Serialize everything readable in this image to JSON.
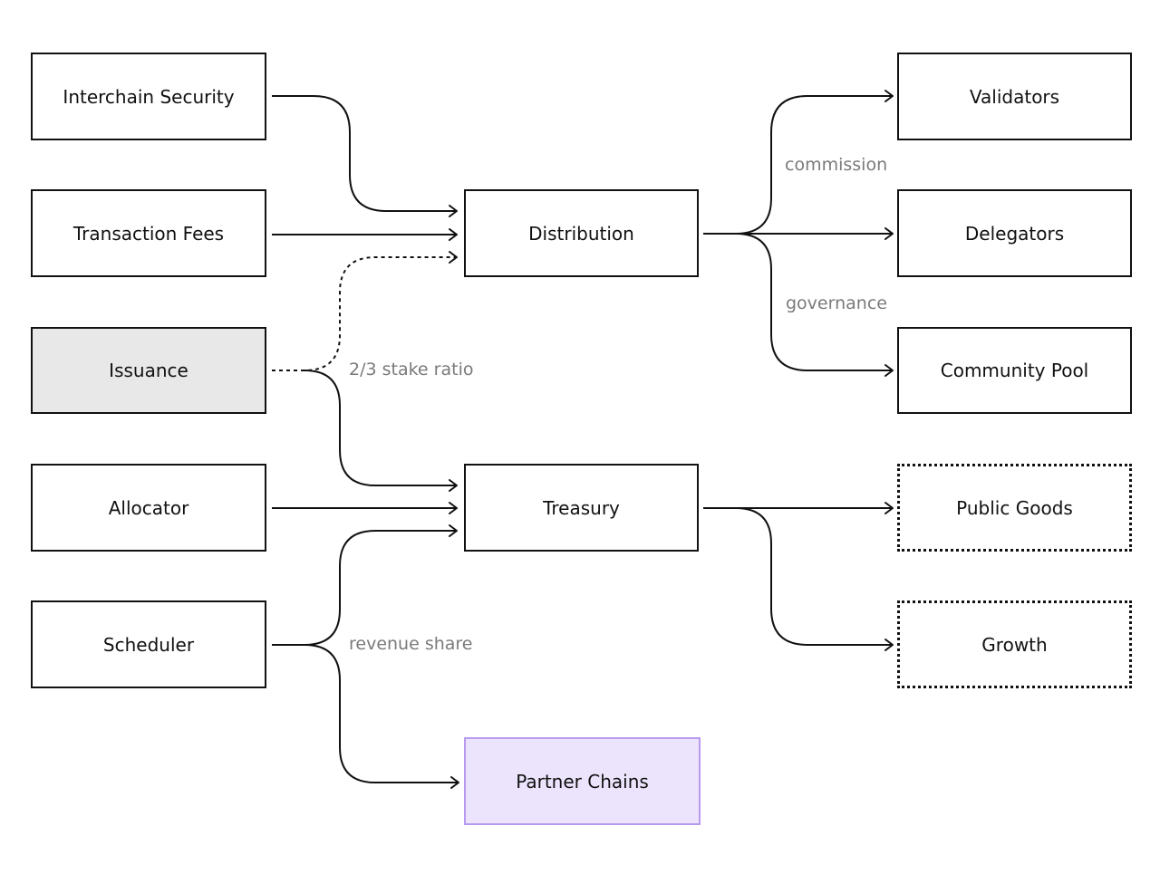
{
  "nodes": {
    "interchain_security": "Interchain Security",
    "transaction_fees": "Transaction Fees",
    "issuance": "Issuance",
    "allocator": "Allocator",
    "scheduler": "Scheduler",
    "distribution": "Distribution",
    "treasury": "Treasury",
    "partner_chains": "Partner Chains",
    "validators": "Validators",
    "delegators": "Delegators",
    "community_pool": "Community Pool",
    "public_goods": "Public Goods",
    "growth": "Growth"
  },
  "edge_labels": {
    "commission": "commission",
    "governance": "governance",
    "stake_ratio": "2/3 stake ratio",
    "revenue_share": "revenue share"
  },
  "colors": {
    "issuance_fill": "#e8e8e8",
    "partner_fill": "#ece4fc",
    "partner_border": "#b89af0",
    "label_text": "#7a7a7a"
  }
}
